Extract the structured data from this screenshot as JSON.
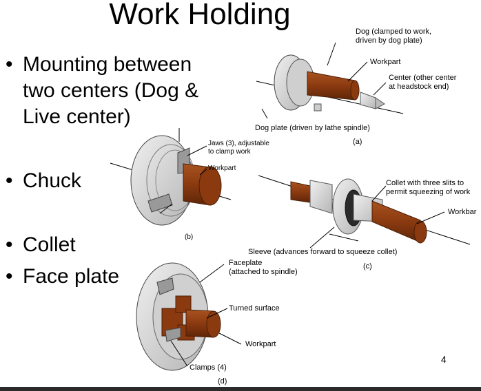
{
  "title": "Work Holding",
  "bullets": [
    {
      "lines": [
        "Mounting between",
        "two centers (Dog &",
        "Live center)"
      ]
    },
    {
      "lines": [
        "Chuck"
      ]
    },
    {
      "lines": [
        "Collet"
      ]
    },
    {
      "lines": [
        "Face plate"
      ]
    }
  ],
  "diagram_a": {
    "dog": [
      "Dog (clamped to work,",
      "driven by dog plate)"
    ],
    "workpart": "Workpart",
    "center": [
      "Center (other center",
      "at headstock end)"
    ],
    "dogplate": "Dog plate (driven by lathe spindle)",
    "caption": "(a)"
  },
  "diagram_b": {
    "jaws": [
      "Jaws (3), adjustable",
      "to clamp work"
    ],
    "workpart": "Workpart",
    "caption": "(b)"
  },
  "diagram_c": {
    "collet": [
      "Collet with three slits to",
      "permit squeezing of work"
    ],
    "workbar": "Workbar",
    "sleeve": "Sleeve (advances forward to squeeze collet)",
    "caption": "(c)"
  },
  "diagram_d": {
    "faceplate": [
      "Faceplate",
      "(attached to spindle)"
    ],
    "turned": "Turned surface",
    "workpart": "Workpart",
    "clamps": "Clamps (4)",
    "caption": "(d)"
  },
  "page_number": "4",
  "colors": {
    "work": "#8B3A10",
    "metal": "#d9d9d9",
    "bar": "#2b2b2b"
  }
}
